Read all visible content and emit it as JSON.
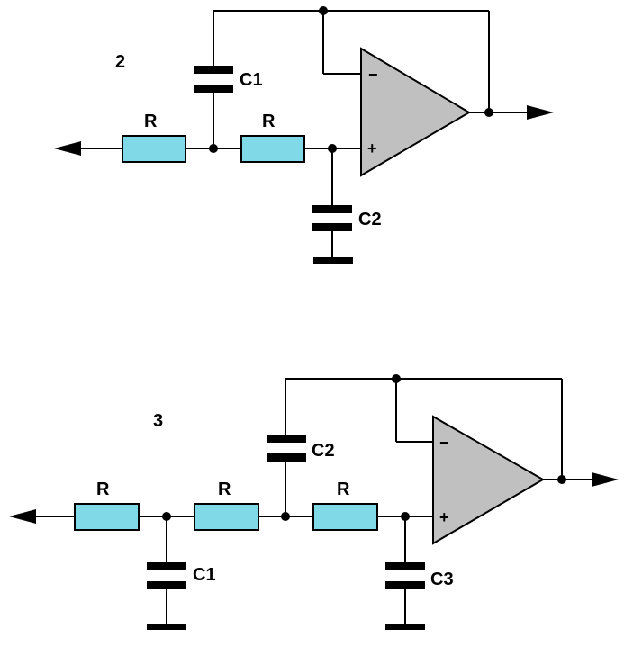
{
  "circuits": [
    {
      "number": "2",
      "resistor_labels": [
        "R",
        "R"
      ],
      "capacitor_labels": [
        "C1",
        "C2"
      ],
      "inverting_sign": "−",
      "noninverting_sign": "+"
    },
    {
      "number": "3",
      "resistor_labels": [
        "R",
        "R",
        "R"
      ],
      "capacitor_labels": [
        "C1",
        "C2",
        "C3"
      ],
      "inverting_sign": "−",
      "noninverting_sign": "+"
    }
  ],
  "colors": {
    "resistor_fill": "#7fd9e6",
    "opamp_fill": "#c0c0c0",
    "wire": "#000000"
  }
}
